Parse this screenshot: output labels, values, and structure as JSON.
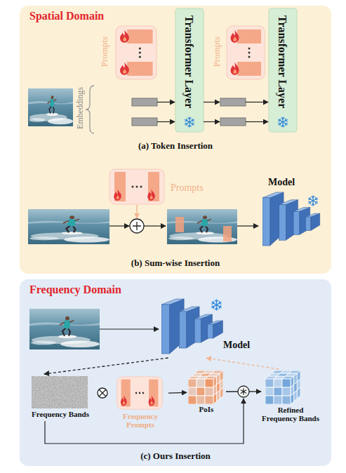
{
  "diagram": {
    "nodes": [
      {
        "text": [
          "Spatial Domain"
        ]
      },
      {
        "text": [
          "Prompts"
        ],
        "in": 0
      },
      {
        "text": [
          "Transformer Layer"
        ],
        "in": 0
      },
      {
        "text": [
          "Prompts"
        ],
        "in": 0
      },
      {
        "text": [
          "Transformer Layer"
        ],
        "in": 0
      },
      {
        "text": [
          "Prompts"
        ],
        "in": 0
      },
      {
        "text": [
          "Model"
        ],
        "in": 0
      },
      {
        "text": [
          "Frequency Domain"
        ]
      },
      {
        "text": [
          "Model"
        ],
        "in": 7
      },
      {
        "text": [
          "Frequency Bands"
        ],
        "in": 7
      },
      {
        "text": [
          "Frequency Prompts"
        ],
        "in": 7
      },
      {
        "text": [
          "PoIs"
        ],
        "in": 7
      },
      {
        "text": [
          "Refined Frequency Bands"
        ],
        "in": 7
      }
    ],
    "edges": [
      {
        "from": 8,
        "to": 9,
        "arrow": "to"
      },
      {
        "from": 10,
        "to": 11,
        "arrow": "to"
      },
      {
        "from": 11,
        "to": 12,
        "arrow": "to"
      },
      {
        "from": 12,
        "to": 8,
        "arrow": "to"
      }
    ],
    "labels": [
      "Embeddings",
      "(a) Token Insertion",
      "(b) Sum-wise Insertion",
      "(c) Ours Insertion"
    ]
  }
}
